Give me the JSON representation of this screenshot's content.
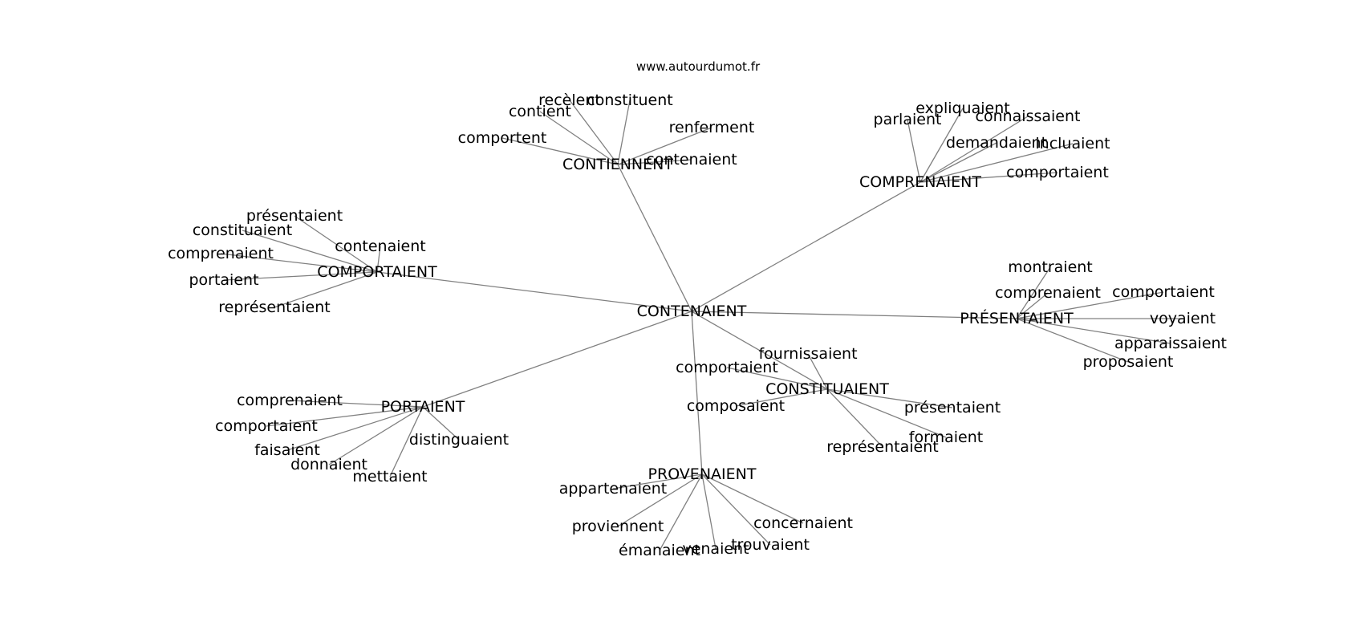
{
  "source_label": "www.autourdumot.fr",
  "center": "CONTENAIENT",
  "hubs": [
    {
      "id": "contiennent",
      "label": "CONTIENNENT",
      "leaves": [
        "recèlent",
        "constituent",
        "contient",
        "comportent",
        "renferment",
        "contenaient"
      ]
    },
    {
      "id": "comprenaient",
      "label": "COMPRENAIENT",
      "leaves": [
        "expliquaient",
        "parlaient",
        "connaissaient",
        "demandaient",
        "incluaient",
        "comportaient"
      ]
    },
    {
      "id": "comportaient",
      "label": "COMPORTAIENT",
      "leaves": [
        "présentaient",
        "constituaient",
        "contenaient",
        "comprenaient",
        "portaient",
        "représentaient"
      ]
    },
    {
      "id": "presentaient",
      "label": "PRÉSENTAIENT",
      "leaves": [
        "montraient",
        "comprenaient",
        "comportaient",
        "voyaient",
        "apparaissaient",
        "proposaient"
      ]
    },
    {
      "id": "constituaient",
      "label": "CONSTITUAIENT",
      "leaves": [
        "fournissaient",
        "comportaient",
        "composaient",
        "présentaient",
        "formaient",
        "représentaient"
      ]
    },
    {
      "id": "portaient",
      "label": "PORTAIENT",
      "leaves": [
        "comprenaient",
        "comportaient",
        "faisaient",
        "distinguaient",
        "donnaient",
        "mettaient"
      ]
    },
    {
      "id": "provenaient",
      "label": "PROVENAIENT",
      "leaves": [
        "appartenaient",
        "proviennent",
        "concernaient",
        "émanaient",
        "venaient",
        "trouvaient"
      ]
    }
  ]
}
